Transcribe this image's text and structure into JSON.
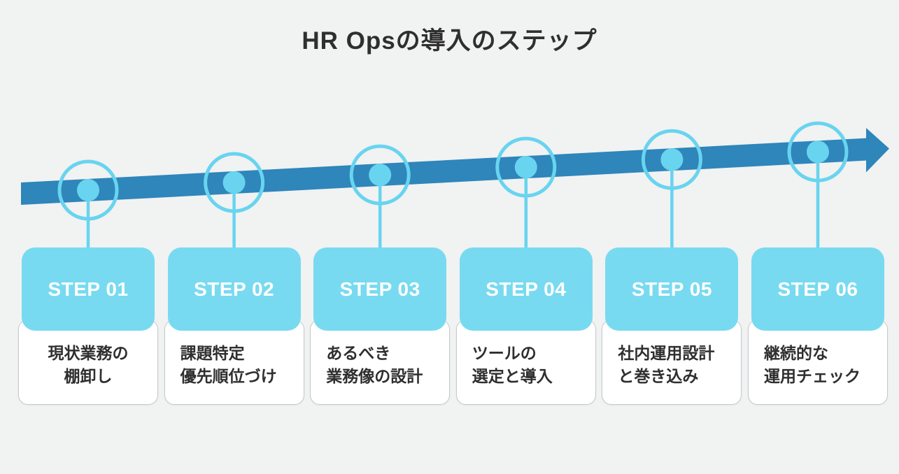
{
  "title": "HR Opsの導入のステップ",
  "steps": [
    {
      "label": "STEP 01",
      "description": "現状業務の\n棚卸し"
    },
    {
      "label": "STEP 02",
      "description": "課題特定\n優先順位づけ"
    },
    {
      "label": "STEP 03",
      "description": "あるべき\n業務像の設計"
    },
    {
      "label": "STEP 04",
      "description": "ツールの\n選定と導入"
    },
    {
      "label": "STEP 05",
      "description": "社内運用設計\nと巻き込み"
    },
    {
      "label": "STEP 06",
      "description": "継続的な\n運用チェック"
    }
  ],
  "colors": {
    "background": "#f1f2f2",
    "arrow": "#2e86ba",
    "step_header": "#78daf0",
    "timeline_accent": "#68d4f0",
    "card_background": "#ffffff",
    "card_border": "#c5c9cc",
    "step_label_text": "#ffffff",
    "text": "#2f2f2f"
  }
}
